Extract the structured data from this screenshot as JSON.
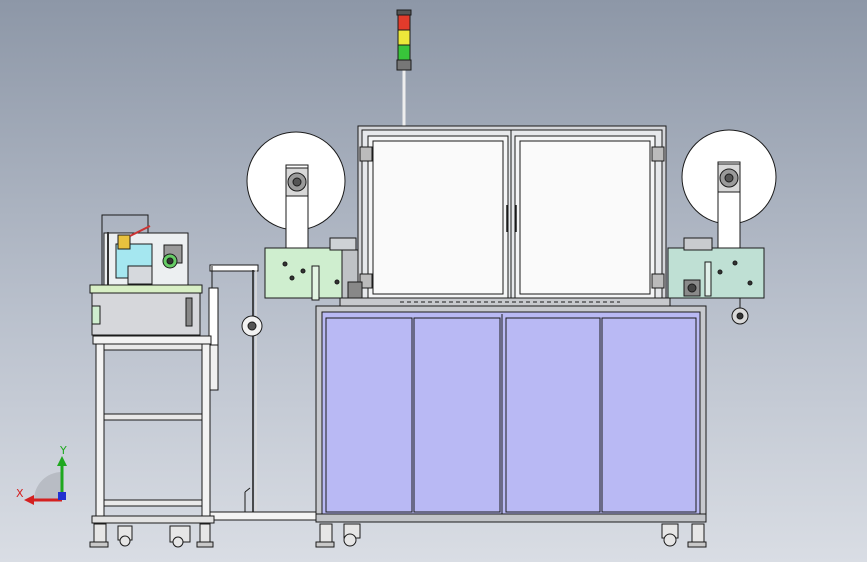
{
  "viewport": {
    "background_top": "#8d97a7",
    "background_bottom": "#d9dde4"
  },
  "colors": {
    "line": "#1b1b1b",
    "frame_gray": "#c8cbd1",
    "panel_blue": "#b9b9f4",
    "panel_green": "#cfeecf",
    "panel_teal": "#bfe0d4",
    "light_red": "#e23b2b",
    "light_yellow": "#ece83a",
    "light_green": "#38c43a",
    "axis_x": "#d42020",
    "axis_y": "#1fa81f",
    "axis_z": "#2030d0"
  },
  "stack_light": {
    "segments": [
      "red",
      "yellow",
      "green"
    ]
  },
  "triad": {
    "x_label": "X",
    "y_label": "Y"
  }
}
